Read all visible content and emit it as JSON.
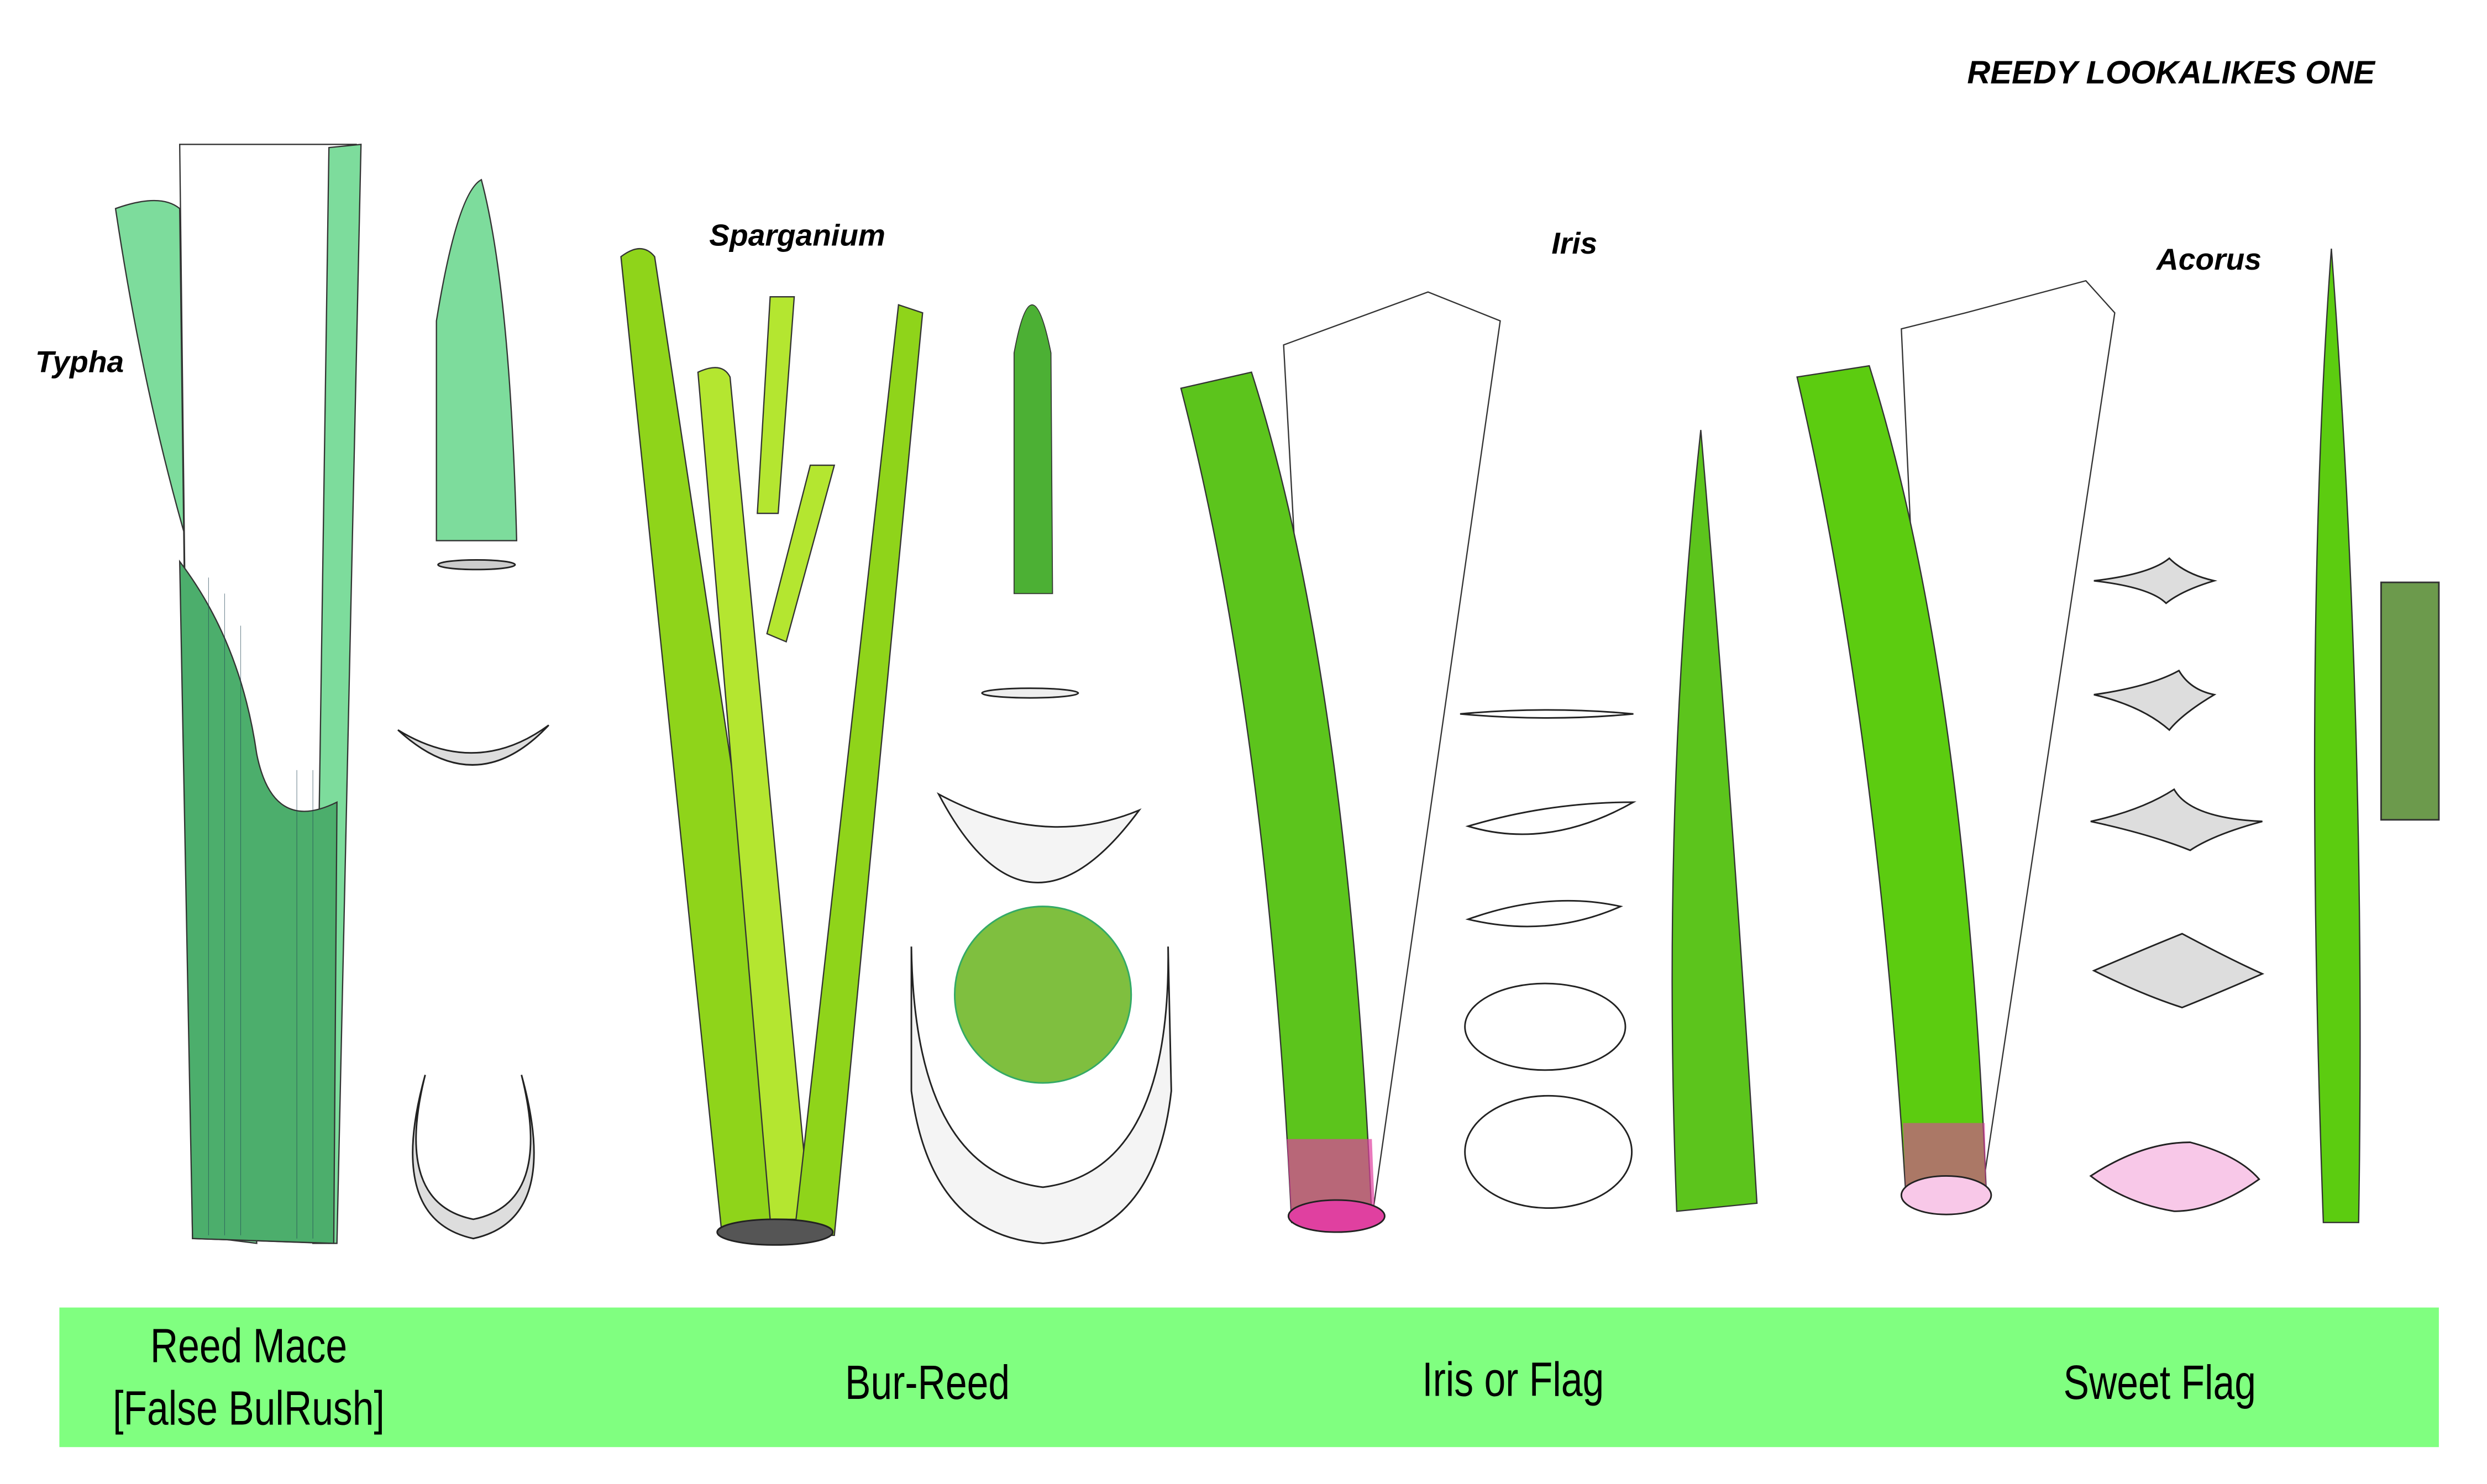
{
  "title": "REEDY LOOKALIKES ONE",
  "plants": [
    {
      "genus": "Typha",
      "common_line1": "Reed Mace",
      "common_line2": "[False BulRush]"
    },
    {
      "genus": "Sparganium",
      "common": "Bur-Reed"
    },
    {
      "genus": "Iris",
      "common": "Iris or Flag"
    },
    {
      "genus": "Acorus",
      "common": "Sweet Flag"
    }
  ],
  "colors": {
    "band": "#80ff80",
    "typha_green": "#7ddc9c",
    "typha_dark": "#4cae6c",
    "sparganium_green": "#8fd41a",
    "iris_green": "#5cc41c",
    "acorus_green": "#5ccc10",
    "base_pink": "#e040a0"
  }
}
